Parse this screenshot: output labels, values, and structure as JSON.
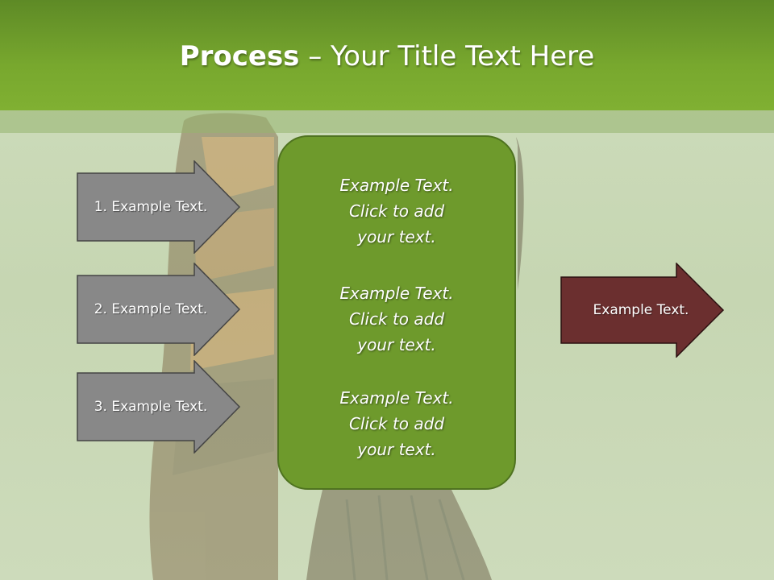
{
  "title": {
    "bold": "Process",
    "rest": " – Your Title Text Here"
  },
  "left_arrows": [
    {
      "label": "1. Example Text."
    },
    {
      "label": "2. Example Text."
    },
    {
      "label": "3. Example Text."
    }
  ],
  "center_items": [
    {
      "line1": "Example Text.",
      "line2": "Click  to add",
      "line3": "your text."
    },
    {
      "line1": "Example Text.",
      "line2": "Click  to add",
      "line3": "your text."
    },
    {
      "line1": "Example Text.",
      "line2": "Click  to add",
      "line3": "your text."
    }
  ],
  "right_arrow": {
    "label": "Example Text."
  },
  "colors": {
    "header": "#78a82e",
    "left_arrow_fill": "#888888",
    "center_box_fill": "#6e9a2c",
    "right_arrow_fill": "#6b2f2f"
  }
}
